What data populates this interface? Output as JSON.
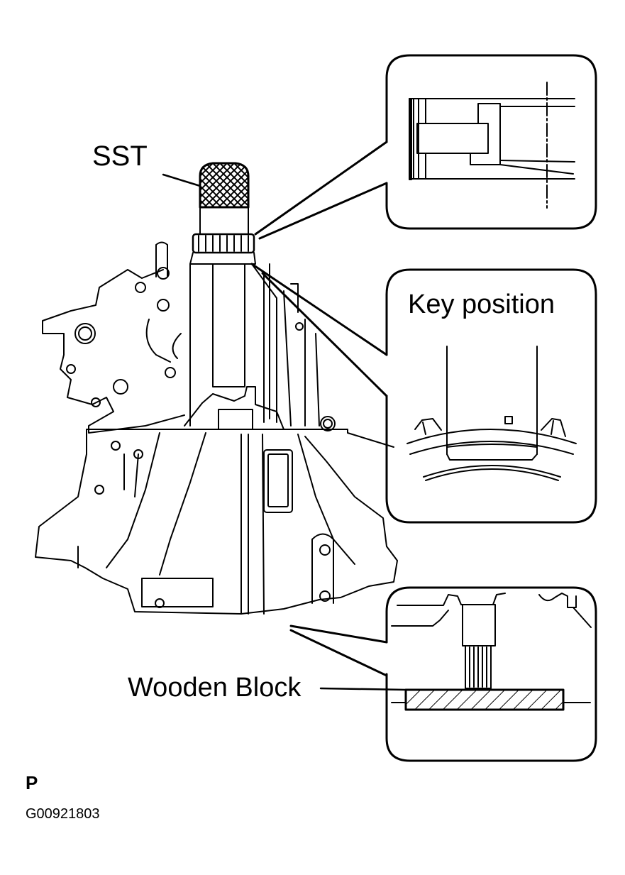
{
  "labels": {
    "sst": "SST",
    "key_position": "Key position",
    "wooden_block": "Wooden Block"
  },
  "footer": {
    "page_marker": "P",
    "figure_id": "G00921803"
  },
  "colors": {
    "line": "#000000",
    "background": "#ffffff"
  }
}
